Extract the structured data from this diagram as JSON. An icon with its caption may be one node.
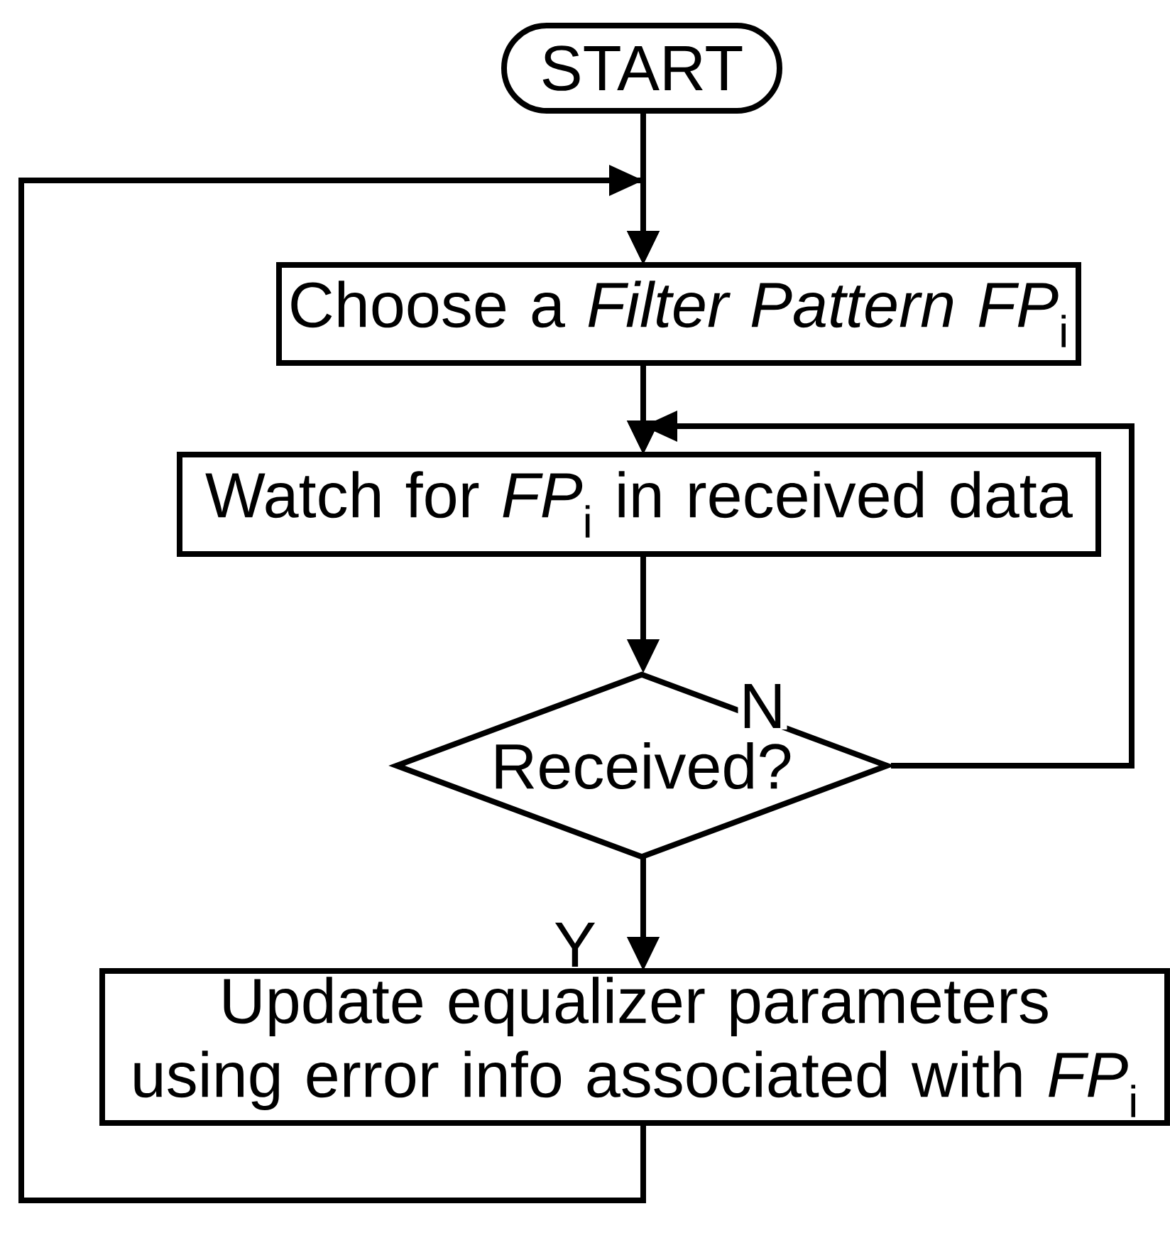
{
  "diagram": {
    "nodes": [
      {
        "text": [
          "START"
        ]
      },
      {
        "text": [
          "Choose a *Filter Pattern FP*$_{i}$"
        ]
      },
      {
        "text": [
          "Watch for *FP*$_{i}$ in received data"
        ]
      },
      {
        "text": [
          "Received?"
        ]
      },
      {
        "text": [
          "Update equalizer parameters using error info associated with *FP*$_{i}$"
        ]
      }
    ],
    "edges": [
      {
        "from": 0,
        "to": 1,
        "arrow": "to"
      },
      {
        "from": 1,
        "to": 2,
        "arrow": "to"
      },
      {
        "from": 2,
        "to": 3,
        "arrow": "to"
      },
      {
        "from": 3,
        "to": 2,
        "arrow": "to",
        "label": "N"
      },
      {
        "from": 3,
        "to": 4,
        "arrow": "to",
        "label": "Y"
      },
      {
        "from": 4,
        "to": 1,
        "arrow": "to"
      }
    ]
  }
}
